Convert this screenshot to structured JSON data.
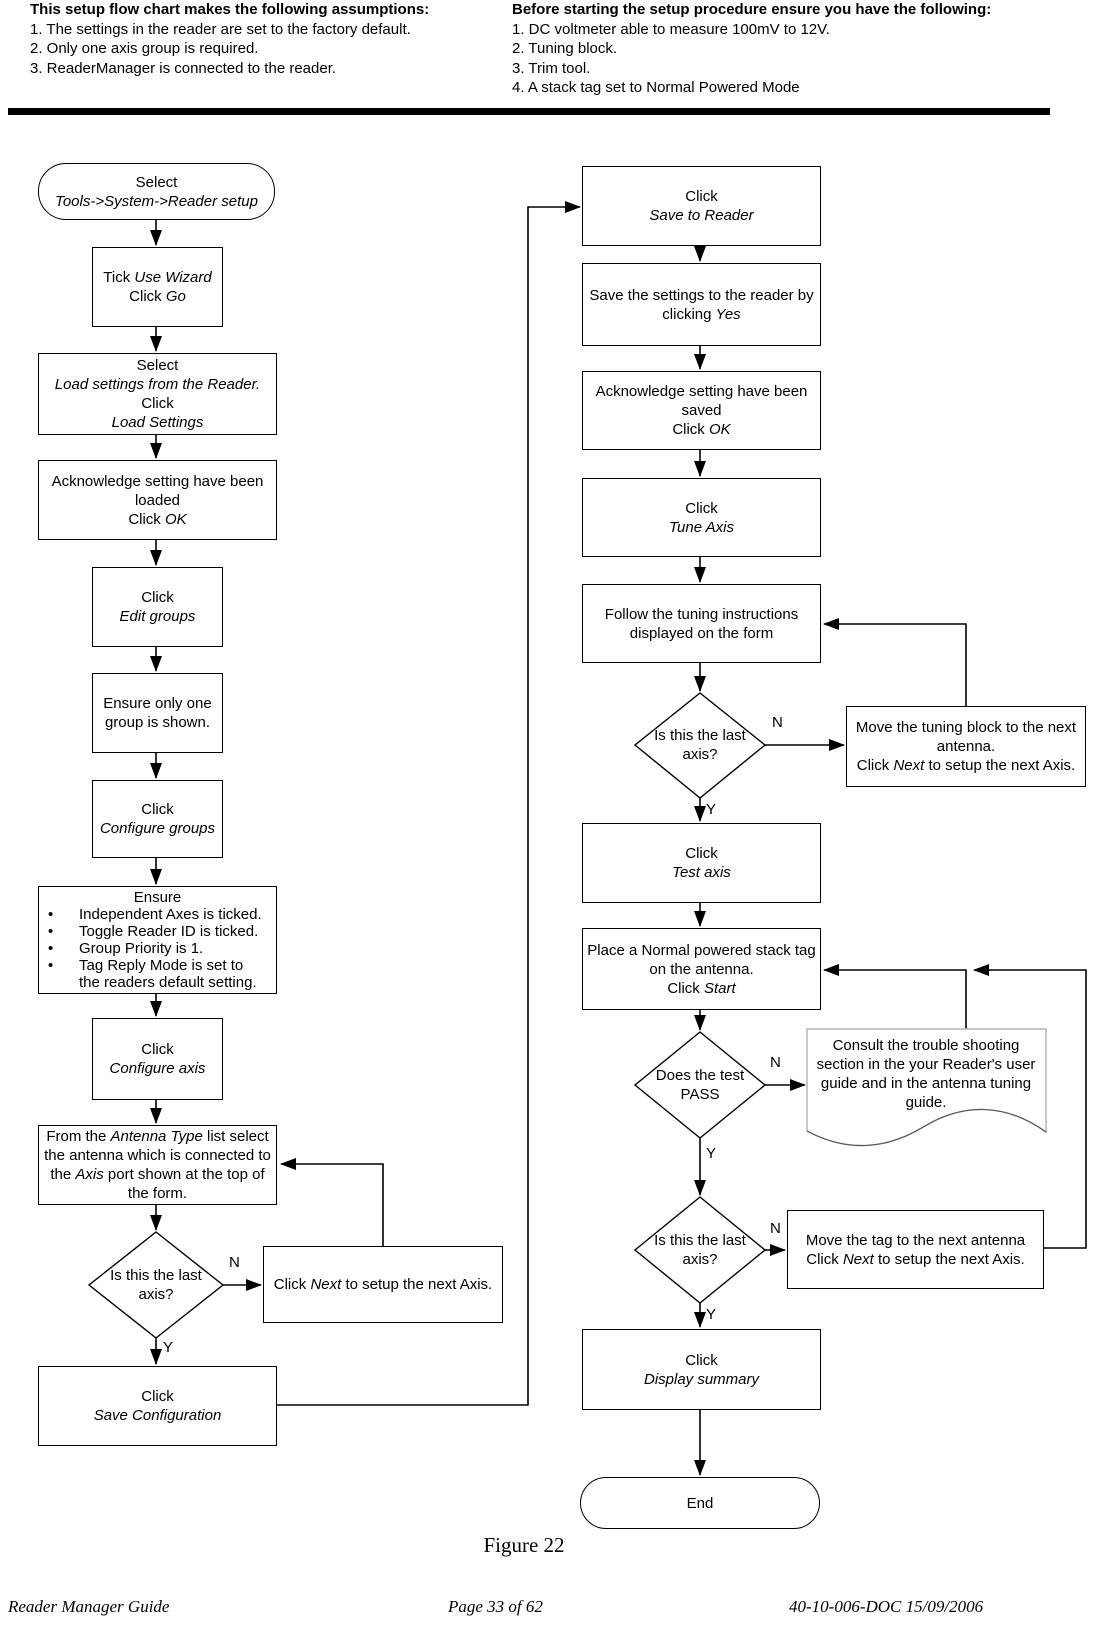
{
  "header_left": {
    "title": "This setup flow chart makes the following assumptions:",
    "items": [
      "1. The settings in the reader are set to the factory default.",
      "2. Only one axis group is required.",
      "3. ReaderManager is connected to the reader."
    ]
  },
  "header_right": {
    "title": "Before starting the setup procedure ensure you have the following:",
    "items": [
      "1. DC voltmeter able to measure 100mV to 12V.",
      "2. Tuning block.",
      "3. Trim tool.",
      "4. A stack tag set to Normal Powered Mode"
    ]
  },
  "labels": {
    "yes": "Y",
    "no": "N",
    "bullet": "•"
  },
  "flow": {
    "start": {
      "l1": "Select",
      "l2": "Tools->System->Reader setup"
    },
    "tick_wizard": {
      "t1": "Tick ",
      "i1": "Use Wizard",
      "t2": "Click ",
      "i2": "Go"
    },
    "load_settings": {
      "l1": "Select",
      "l2": "Load settings from the Reader.",
      "l3": "Click",
      "l4": "Load Settings"
    },
    "ack_loaded": {
      "l1": "Acknowledge setting have been",
      "l2": "loaded",
      "l3a": "Click ",
      "l3b": "OK"
    },
    "edit_groups": {
      "l1": "Click",
      "l2": "Edit groups"
    },
    "one_group": {
      "l1": "Ensure only one",
      "l2": "group is shown."
    },
    "configure_groups": {
      "l1": "Click",
      "l2": "Configure groups"
    },
    "ensure_list": {
      "heading": "Ensure",
      "b1": "Independent Axes is ticked.",
      "b2": "Toggle Reader ID is ticked.",
      "b3": "Group Priority is 1.",
      "b4": "Tag Reply Mode is set to",
      "b4_cont": "the readers default setting."
    },
    "configure_axis": {
      "l1": "Click",
      "l2": "Configure axis"
    },
    "antenna_type": {
      "t1": "From the ",
      "i1": "Antenna Type",
      "t2": " list select the antenna which is connected to the ",
      "i2": "Axis",
      "t3": " port shown at the top of the form."
    },
    "last_axis": {
      "l1": "Is this the last",
      "l2": "axis?"
    },
    "click_next": {
      "t1": "Click ",
      "i1": "Next",
      "t2": " to setup the next Axis."
    },
    "save_config": {
      "l1": "Click",
      "l2": "Save Configuration"
    },
    "save_to_reader": {
      "l1": "Click",
      "l2": "Save to Reader"
    },
    "save_settings_yes": {
      "l1": "Save the settings to the reader by",
      "l2a": "clicking ",
      "l2b": "Yes"
    },
    "ack_saved": {
      "l1": "Acknowledge setting have been",
      "l2": "saved",
      "l3a": "Click ",
      "l3b": "OK"
    },
    "tune_axis": {
      "l1": "Click",
      "l2": "Tune Axis"
    },
    "follow_tuning": {
      "l1": "Follow the tuning instructions",
      "l2": "displayed on the form"
    },
    "move_tuning_block": {
      "l1": "Move the tuning block to the next",
      "l2": "antenna.",
      "l3a": "Click ",
      "l3b": "Next",
      "l3c": " to setup the next Axis."
    },
    "test_axis": {
      "l1": "Click",
      "l2": "Test axis"
    },
    "place_tag": {
      "l1": "Place a Normal powered stack tag",
      "l2": "on the antenna.",
      "l3a": "Click ",
      "l3b": "Start"
    },
    "does_pass": {
      "l1": "Does the test",
      "l2": "PASS"
    },
    "consult": {
      "text": "Consult the trouble shooting section in the your Reader's user guide and in the antenna tuning guide."
    },
    "move_tag": {
      "l1": "Move the tag to the next antenna",
      "l2a": "Click ",
      "l2b": "Next",
      "l2c": " to setup the next Axis."
    },
    "display_summary": {
      "l1": "Click",
      "l2": "Display summary"
    },
    "end": {
      "l1": "End"
    }
  },
  "caption": "Figure 22",
  "footer": {
    "left": "Reader Manager Guide",
    "center": "Page 33 of 62",
    "right": "40-10-006-DOC 15/09/2006"
  }
}
